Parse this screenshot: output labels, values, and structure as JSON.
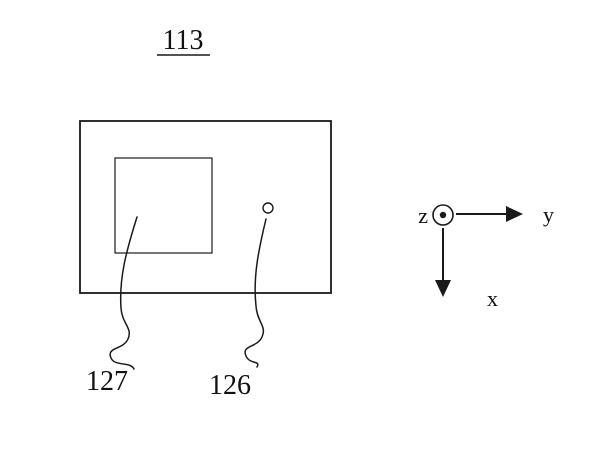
{
  "figure": {
    "figure_number": "113",
    "labels": {
      "square_ref": "127",
      "circle_ref": "126"
    },
    "axes": {
      "z_label": "z",
      "y_label": "y",
      "x_label": "x"
    },
    "colors": {
      "line": "#1a1a1a",
      "background": "#ffffff"
    }
  }
}
